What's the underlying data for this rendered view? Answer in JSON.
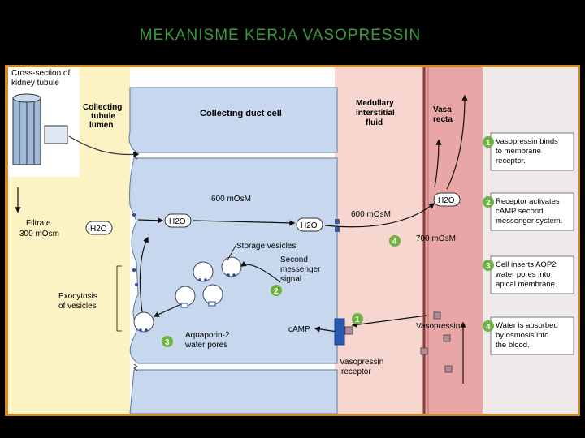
{
  "slide": {
    "title": "MEKANISME KERJA VASOPRESSIN"
  },
  "labels": {
    "cross_section_1": "Cross-section of",
    "cross_section_2": "kidney tubule",
    "lumen_1": "Collecting",
    "lumen_2": "tubule",
    "lumen_3": "lumen",
    "cell": "Collecting duct cell",
    "medullary_1": "Medullary",
    "medullary_2": "interstitial",
    "medullary_3": "fluid",
    "vasa_1": "Vasa",
    "vasa_2": "recta",
    "conc_cell": "600 mOsM",
    "conc_interstitial": "600 mOsM",
    "conc_blood": "700 mOsM",
    "filtrate_1": "Filtrate",
    "filtrate_2": "300 mOsm",
    "h2o": "H2O",
    "storage": "Storage vesicles",
    "second_1": "Second",
    "second_2": "messenger",
    "second_3": "signal",
    "camp": "cAMP",
    "exo_1": "Exocytosis",
    "exo_2": "of vesicles",
    "aqua_1": "Aquaporin-2",
    "aqua_2": "water pores",
    "vasopressin": "Vasopressin",
    "receptor_1": "Vasopressin",
    "receptor_2": "receptor"
  },
  "badges": {
    "b1": "1",
    "b2": "2",
    "b3": "3",
    "b4": "4"
  },
  "steps": [
    {
      "num": "1",
      "lines": [
        "Vasopressin binds",
        "to membrane",
        "receptor."
      ]
    },
    {
      "num": "2",
      "lines": [
        "Receptor activates",
        "cAMP second",
        "messenger system."
      ]
    },
    {
      "num": "3",
      "lines": [
        "Cell inserts AQP2",
        "water pores into",
        "apical membrane."
      ]
    },
    {
      "num": "4",
      "lines": [
        "Water is absorbed",
        "by osmosis into",
        "the blood."
      ]
    }
  ],
  "colors": {
    "lumen": "#fbf3c4",
    "cell": "#c7d8ee",
    "interstitial": "#f6d6cf",
    "blood": "#e9a6a6",
    "badge": "#6db33f",
    "vasopressin": "#b58aa8",
    "frame": "#d08a2a"
  }
}
